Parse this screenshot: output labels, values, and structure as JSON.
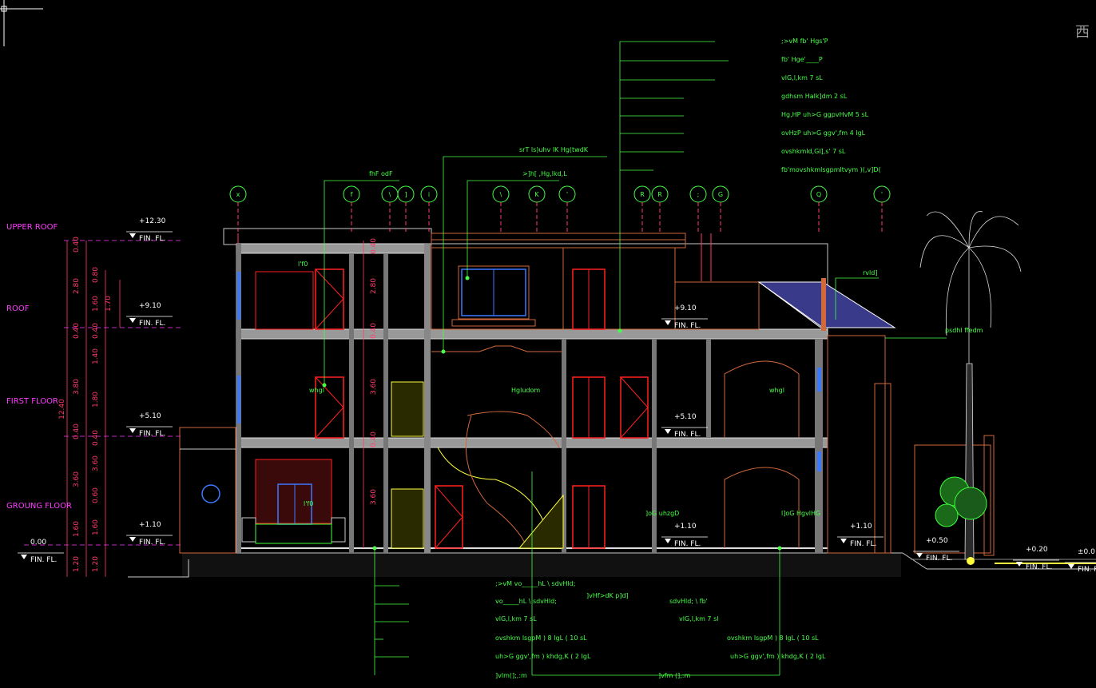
{
  "viewcube_label": "西",
  "floors": [
    {
      "label": "UPPER ROOF"
    },
    {
      "label": "ROOF"
    },
    {
      "label": "FIRST FLOOR"
    },
    {
      "label": "GROUNG FLOOR"
    }
  ],
  "levels": [
    {
      "value": "+12.30",
      "tag": "FIN. FL."
    },
    {
      "value": "+9.10",
      "tag": "FIN. FL."
    },
    {
      "value": "+5.10",
      "tag": "FIN. FL."
    },
    {
      "value": "+1.10",
      "tag": "FIN. FL."
    },
    {
      "value": "0.00",
      "tag": "FIN. FL."
    },
    {
      "value": "+9.10",
      "tag": "FIN. FL."
    },
    {
      "value": "+5.10",
      "tag": "FIN. FL."
    },
    {
      "value": "+1.10",
      "tag": "FIN. FL."
    },
    {
      "value": "+1.10",
      "tag": "FIN. FL."
    },
    {
      "value": "+0.50",
      "tag": "FIN. FL."
    },
    {
      "value": "+0.20",
      "tag": "FIN. FL."
    },
    {
      "value": "±0.0",
      "tag": "FIN. FL."
    }
  ],
  "dims": {
    "col1": [
      "1.20",
      "1.60",
      "3.60",
      "0.40",
      "3.80",
      "0.40",
      "2.80",
      "0.40"
    ],
    "col1_total": "12.40",
    "col2": [
      "1.20",
      "1.60",
      "0.60",
      "3.60",
      "0.40",
      "1.80",
      "1.40",
      "0.40",
      "1.60",
      "0.80"
    ],
    "col3": [
      "1.70"
    ],
    "mid": [
      "3.60",
      "0.40",
      "3.60",
      "0.40",
      "2.80",
      "0.40"
    ]
  },
  "notes_top": [
    ";>vM fb' Hgs'P",
    "fb' Hge'____P",
    "vlG,l,km 7 sL",
    "gdhsm Halk]dm 2 sL",
    "Hg,HP uh>G ggpvHvM 5 sL",
    "ovHzP uh>G ggv',fm 4 IgL",
    "ovshkmld,Gl],s' 7 sL",
    "fb'movshkmlsgpmltvym )(,v]D("
  ],
  "callouts": {
    "a": "srT ls)uhv lK Hg(twdK",
    "b": "fhF odF",
    "c": ">]h[ ,Hg,lkd,L",
    "roof": "rvld]",
    "palm": "psdhl ffedm"
  },
  "rooms": {
    "r1": "l'f0",
    "r2": "whgl",
    "r3": "Hgludom",
    "r4": "whgl",
    "r5": "l'f0",
    "r6": "]oG uhzgD",
    "r7": "l]oG HgvlHG"
  },
  "notes_bottom_left": [
    ";>vM vo_____hL \\ sdvHld;",
    "vo_____hL \\ sdvHld;",
    "vlG,l,km 7 sL",
    "ovshkm lsgpM ) 8 IgL ( 10 sL",
    "uh>G ggv',fm ) khdg,K ( 2 IgL",
    "]vlm(];,:m"
  ],
  "note_mid": "]vHf>dK p]d]",
  "notes_bottom_right": [
    "sdvHld; \\ fb'",
    "vlG,l,km 7 sl",
    "ovshkm lsgpM ) 8 IgL ( 10 sL",
    "uh>G ggv',fm ) khdg,K ( 2 IgL",
    "]vfm (],:m"
  ],
  "grid_tags": [
    "x",
    "f",
    "\\",
    "]",
    "i",
    "\\",
    "K",
    "'",
    "R",
    "R",
    ";",
    "G",
    "Q",
    "'"
  ],
  "colors": {
    "background": "#000000",
    "magenta": "#ff3cff",
    "green": "#46ff46",
    "red": "#ff2020",
    "yellow": "#ffff3c",
    "wall": "#c8c8c8",
    "brick": "#d2693c",
    "blue": "#3c78ff"
  }
}
